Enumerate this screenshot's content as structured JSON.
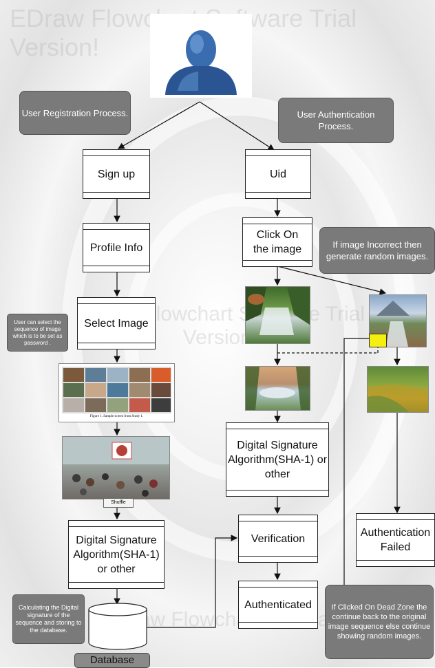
{
  "watermark": {
    "top_text": "EDraw Flowchart Software Trial\nVersion!",
    "mid_text": "EDraw Flowchart Software Trial\nVersion!",
    "bottom_text": "EDraw Flowchart Software Trial"
  },
  "notes": {
    "registration": "User Registration Process.",
    "authentication": "User Authentication Process.",
    "incorrect": "If image Incorrect then generate random images.",
    "select_hint": "User can select the sequence of image which is to be set as password .",
    "calc_hint": "Calculating the Digital signature of the sequence and storing to the database.",
    "dead_zone": "If Clicked On Dead Zone the continue back to the original image sequence else continue showing random images."
  },
  "left_flow": {
    "signup": "Sign up",
    "profile": "Profile Info",
    "select_image": "Select Image",
    "caption": "Figure 1. Sample screen from Study 1.",
    "shuffle": "Shuffle",
    "dsa": "Digital Signature Algorithm(SHA-1) or other",
    "database": "Database"
  },
  "right_flow": {
    "uid": "Uid",
    "click": "Click On the image",
    "dsa": "Digital Signature Algorithm(SHA-1) or other",
    "verification": "Verification",
    "authenticated": "Authenticated",
    "failed": "Authentication Failed"
  },
  "colors": {
    "note_fill": "#7a7a7a",
    "dead_zone_marker": "#f5ef10",
    "user_icon": "#2f5f9e"
  }
}
